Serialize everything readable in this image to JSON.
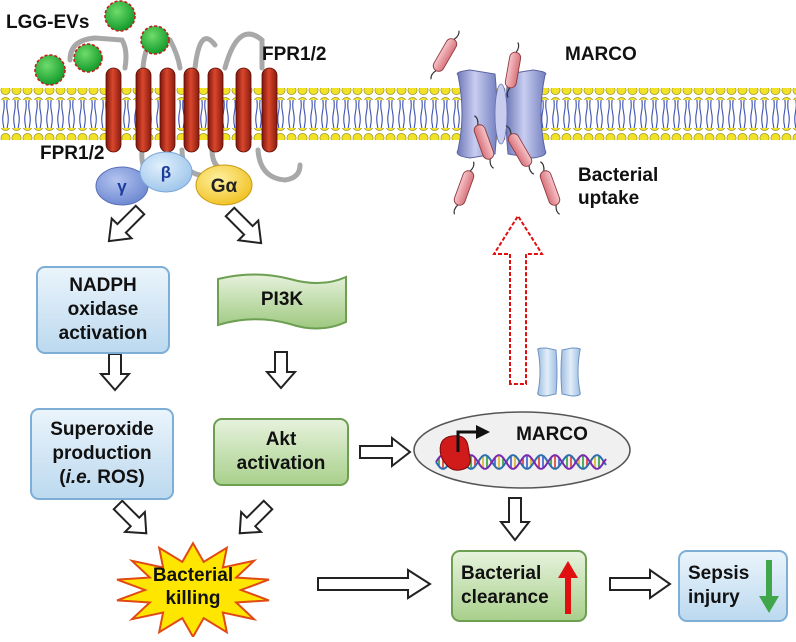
{
  "labels": {
    "lgg_evs": "LGG-EVs",
    "fpr_top": "FPR1/2",
    "fpr_left": "FPR1/2",
    "marco_receptor": "MARCO",
    "bacterial_uptake_line1": "Bacterial",
    "bacterial_uptake_line2": "uptake"
  },
  "g_protein": {
    "gamma": "γ",
    "beta": "β",
    "alpha": "Gα"
  },
  "boxes": {
    "nadph": [
      "NADPH",
      "oxidase",
      "activation"
    ],
    "pi3k": "PI3K",
    "superoxide": {
      "line1": "Superoxide",
      "line2": "production",
      "line3_open": "(",
      "line3_ital": "i.e.",
      "line3_rest": " ROS)"
    },
    "akt": [
      "Akt",
      "activation"
    ],
    "marco_gene": "MARCO",
    "bacterial_killing": [
      "Bacterial",
      "killing"
    ],
    "bacterial_clearance": [
      "Bacterial",
      "clearance"
    ],
    "sepsis_injury": [
      "Sepsis",
      "injury"
    ]
  },
  "colors": {
    "membrane_head": "#f2e227",
    "membrane_tail": "#3a4fb0",
    "receptor": "#c8321e",
    "ev_green": "#27a33a",
    "ev_border": "#c0201c",
    "marco_channel": "#9aa3d6",
    "bacterium": "#e79aa0",
    "up_arrow": "#e01010",
    "down_arrow": "#3fa64a",
    "killing_star": "#ffe600",
    "killing_star_border": "#e04a14"
  }
}
